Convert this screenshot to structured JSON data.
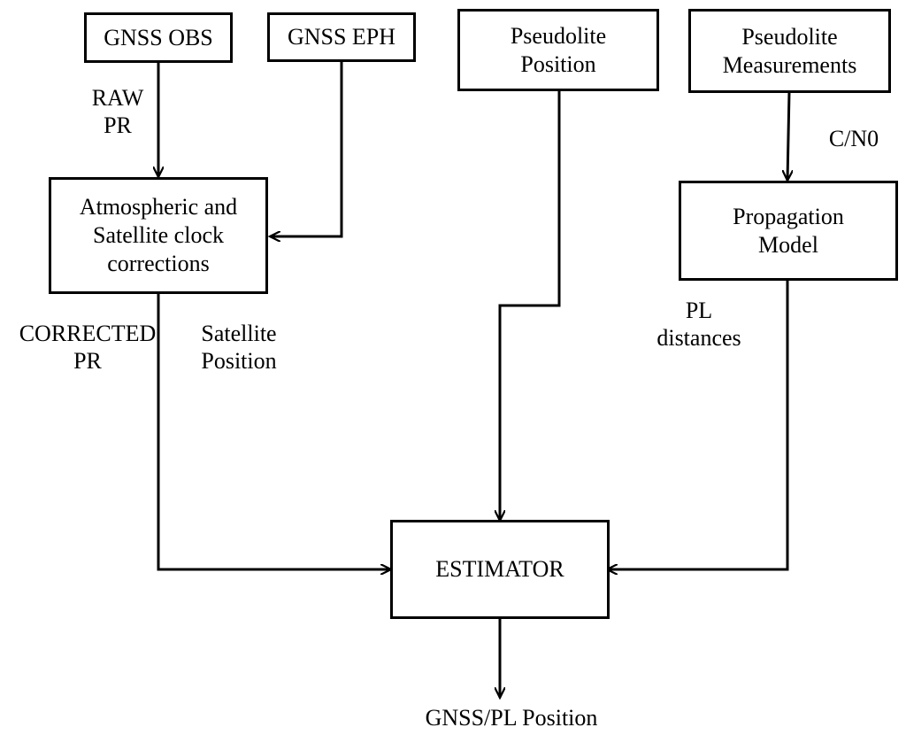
{
  "boxes": {
    "gnss_obs": [
      "GNSS OBS"
    ],
    "gnss_eph": [
      "GNSS EPH"
    ],
    "pseudolite_position": [
      "Pseudolite",
      "Position"
    ],
    "pseudolite_measurements": [
      "Pseudolite",
      "Measurements"
    ],
    "corrections": [
      "Atmospheric and",
      "Satellite clock",
      "corrections"
    ],
    "propagation_model": [
      "Propagation",
      "Model"
    ],
    "estimator": [
      "ESTIMATOR"
    ]
  },
  "edge_labels": {
    "raw_pr": [
      "RAW",
      "PR"
    ],
    "c_n0": [
      "C/N0"
    ],
    "corrected_pr": [
      "CORRECTED",
      "PR"
    ],
    "satellite_position": [
      "Satellite",
      "Position"
    ],
    "pl_distances": [
      "PL",
      "distances"
    ],
    "output": [
      "GNSS/PL Position"
    ]
  }
}
